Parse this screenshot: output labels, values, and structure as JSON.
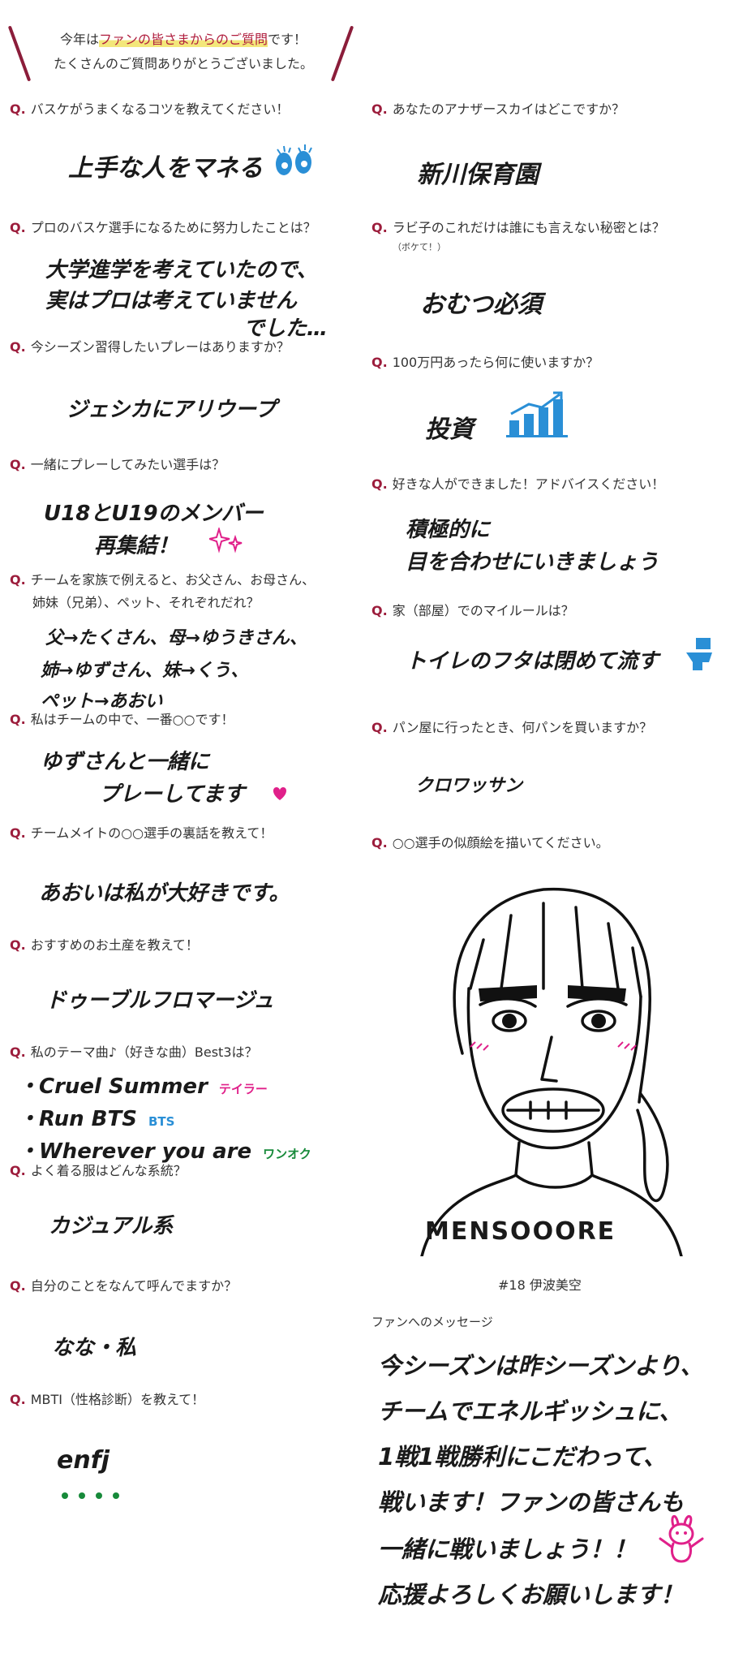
{
  "intro": {
    "l1_a": "今年は",
    "l1_b": "ファンの皆さまからのご質問",
    "l1_c": "です！",
    "l2": "たくさんのご質問ありがとうございました。"
  },
  "q_mark": "Q.",
  "left": [
    {
      "q": "バスケがうまくなるコツを教えてください！",
      "a": [
        "上手な人をマネる"
      ]
    },
    {
      "q": "プロのバスケ選手になるために努力したことは？",
      "a": [
        "大学進学を考えていたので、",
        "実はプロは考えていません",
        "でした…"
      ]
    },
    {
      "q": "今シーズン習得したいプレーはありますか？",
      "a": [
        "ジェシカにアリウープ"
      ]
    },
    {
      "q": "一緒にプレーしてみたい選手は？",
      "a": [
        "U18とU19のメンバー",
        "再集結！"
      ]
    },
    {
      "q": "チームを家族で例えると、お父さん、お母さん、",
      "q2": "姉妹（兄弟）、ペット、それぞれだれ？",
      "a": [
        "父→たくさん、母→ゆうきさん、",
        "姉→ゆずさん、妹→くう、",
        "ペット→あおい"
      ]
    },
    {
      "q": "私はチームの中で、一番○○です！",
      "a": [
        "ゆずさんと一緒に",
        "プレーしてます"
      ]
    },
    {
      "q": "チームメイトの○○選手の裏話を教えて！",
      "a": [
        "あおいは私が大好きです。"
      ]
    },
    {
      "q": "おすすめのお土産を教えて！",
      "a": [
        "ドゥーブルフロマージュ"
      ]
    },
    {
      "q": "私のテーマ曲♪（好きな曲）Best3は？",
      "songs": [
        {
          "title": "・Cruel Summer",
          "artist": "テイラー",
          "color": "#e0208a"
        },
        {
          "title": "・Run BTS",
          "artist": "BTS",
          "color": "#2a8fd6"
        },
        {
          "title": "・Wherever you are",
          "artist": "ワンオク",
          "color": "#178a3a"
        }
      ]
    },
    {
      "q": "よく着る服はどんな系統？",
      "a": [
        "カジュアル系"
      ]
    },
    {
      "q": "自分のことをなんて呼んでますか？",
      "a": [
        "なな・私"
      ]
    },
    {
      "q": "MBTI（性格診断）を教えて！",
      "a": [
        "enfj"
      ]
    }
  ],
  "right": [
    {
      "q": "あなたのアナザースカイはどこですか？",
      "a": [
        "新川保育園"
      ]
    },
    {
      "q": "ラビ子のこれだけは誰にも言えない秘密とは？",
      "note": "（ボケて！）",
      "a": [
        "おむつ必須"
      ]
    },
    {
      "q": "100万円あったら何に使いますか？",
      "a": [
        "投資"
      ]
    },
    {
      "q": "好きな人ができました！アドバイスください！",
      "a": [
        "積極的に",
        "目を合わせにいきましょう"
      ]
    },
    {
      "q": "家（部屋）でのマイルールは？",
      "a": [
        "トイレのフタは閉めて流す"
      ]
    },
    {
      "q": "パン屋に行ったとき、何パンを買いますか？",
      "a": [
        "クロワッサン"
      ]
    },
    {
      "q": "○○選手の似顔絵を描いてください。"
    }
  ],
  "portrait": {
    "shirt": "MENSOOORE",
    "caption": "#18 伊波美空"
  },
  "message": {
    "title": "ファンへのメッセージ",
    "lines": [
      "今シーズンは昨シーズンより、",
      "チームでエネルギッシュに、",
      "1戦1戦勝利にこだわって、",
      "戦います！ファンの皆さんも",
      "一緒に戦いましょう！！",
      "応援よろしくお願いします！"
    ]
  },
  "colors": {
    "accent": "#9c1d3c",
    "blue": "#2a8fd6",
    "pink": "#e0208a",
    "green": "#178a3a"
  },
  "icons": [
    "eyes-icon",
    "chart-up-icon",
    "heart-icon",
    "sparkle-icon",
    "toilet-icon",
    "rabbit-icon"
  ]
}
